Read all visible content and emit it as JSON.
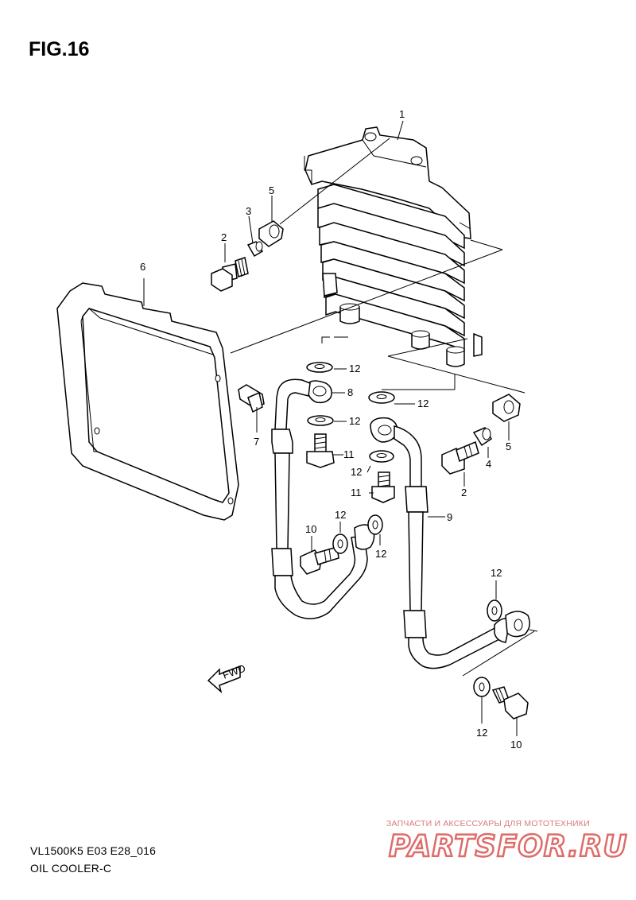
{
  "figure": {
    "title": "FIG.16",
    "model": "VL1500K5 E03 E28_016",
    "section": "OIL COOLER-C"
  },
  "watermark": {
    "caption": "ЗАПЧАСТИ И АКСЕССУАРЫ ДЛЯ МОТОТЕХНИКИ",
    "logo": "PARTSFOR.RU",
    "color": "#d9534f"
  },
  "callouts": {
    "c1": "1",
    "c2a": "2",
    "c3": "3",
    "c5a": "5",
    "c6": "6",
    "c12a": "12",
    "c8": "8",
    "c12b": "12",
    "c12c": "12",
    "c7": "7",
    "c11a": "11",
    "c12d": "12",
    "c11b": "11",
    "c2b": "2",
    "c4": "4",
    "c5b": "5",
    "c9": "9",
    "c10a": "10",
    "c12e": "12",
    "c12f": "12",
    "c12g": "12",
    "c12h": "12",
    "c10b": "10"
  },
  "fwd_label": "FWD"
}
